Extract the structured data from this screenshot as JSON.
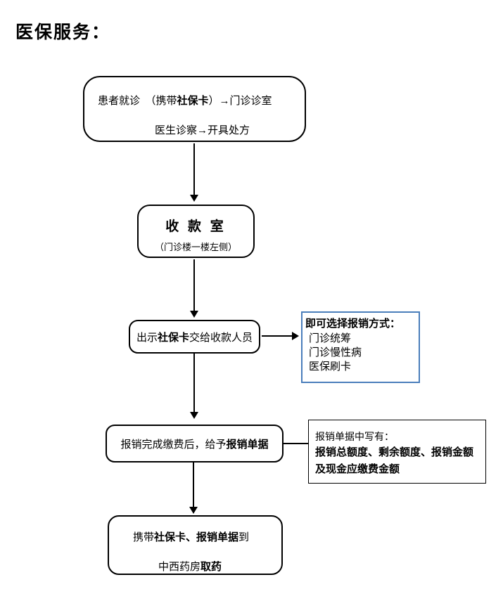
{
  "title": "医保服务：",
  "steps": {
    "visit": {
      "line1_pre": "患者就诊　（携带",
      "line1_bold": "社保卡",
      "line1_post": "）→门诊诊室",
      "line2": "医生诊察→开具处方"
    },
    "cashier": {
      "name": "收 款 室",
      "location": "（门诊楼一楼左侧）"
    },
    "show_card": {
      "pre": "出示",
      "bold": "社保卡",
      "post": "交给收款人员"
    },
    "receipt": {
      "pre": "报销完成缴费后，给予",
      "bold": "报销单据"
    },
    "pharmacy": {
      "line1_pre": "携带",
      "line1_bold": "社保卡、报销单据",
      "line1_post": "到",
      "line2_pre": "中西药房",
      "line2_bold": "取药"
    }
  },
  "notes": {
    "reimburse_options": {
      "title": "即可选择报销方式：",
      "items": [
        "门诊统筹",
        "门诊慢性病",
        "医保刷卡"
      ]
    },
    "receipt_detail": {
      "intro": "报销单据中写有：",
      "bold_line1": "报销总额度、剩余额度、报销金额",
      "bold_line2": "及现金应缴费金额"
    }
  },
  "colors": {
    "line": "#000000",
    "options_border": "#4a7ebb"
  }
}
